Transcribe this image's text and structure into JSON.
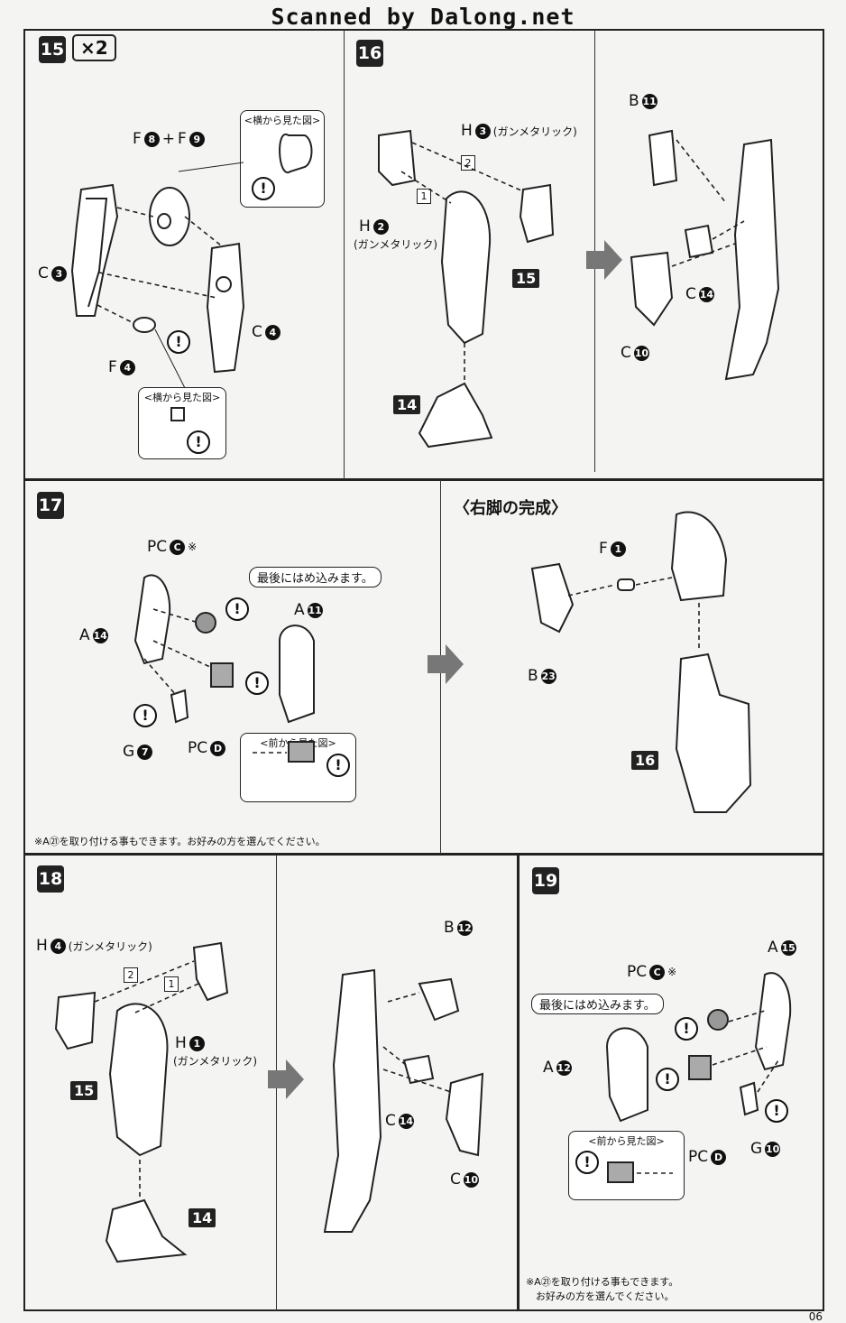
{
  "banner": "Scanned by Dalong.net",
  "page_number": "06",
  "step15": {
    "num": "15",
    "multiplier": "×2",
    "label_f8f9_a": "F",
    "dot_8": "8",
    "plus": "+",
    "label_f9": "F",
    "dot_9": "9",
    "side_view_title": "<横から見た図>",
    "side_view_title_2": "<横から見た図>",
    "label_c3": "C",
    "dot_3": "3",
    "label_c4": "C",
    "dot_4": "4",
    "label_f4": "F",
    "dot_f4": "4"
  },
  "step16": {
    "num": "16",
    "label_h3": "H",
    "dot_h3": "3",
    "h3_note": "(ガンメタリック)",
    "label_h2": "H",
    "dot_h2": "2",
    "h2_note": "(ガンメタリック)",
    "order_1": "1",
    "order_2": "2",
    "tag_15": "15",
    "tag_14": "14",
    "label_b11": "B",
    "dot_b11": "11",
    "label_c14": "C",
    "dot_c14": "14",
    "label_c10": "C",
    "dot_c10": "10"
  },
  "step17": {
    "num": "17",
    "label_pcc": "PC",
    "dot_pcc": "C",
    "pcc_mark": "※",
    "callout": "最後にはめ込みます。",
    "label_a11": "A",
    "dot_a11": "11",
    "label_a14": "A",
    "dot_a14": "14",
    "label_g7": "G",
    "dot_g7": "7",
    "label_pcd": "PC",
    "dot_pcd": "D",
    "front_view_title": "<前から見た図>",
    "note": "※A㉑を取り付ける事もできます。お好みの方を選んでください。"
  },
  "complete": {
    "title": "〈右脚の完成〉",
    "label_f1": "F",
    "dot_f1": "1",
    "label_b23": "B",
    "dot_b23": "23",
    "tag_16": "16"
  },
  "step18": {
    "num": "18",
    "label_h4": "H",
    "dot_h4": "4",
    "h4_note": "(ガンメタリック)",
    "order_1": "1",
    "order_2": "2",
    "label_h1": "H",
    "dot_h1": "1",
    "h1_note": "(ガンメタリック)",
    "tag_15": "15",
    "tag_14": "14",
    "label_b12": "B",
    "dot_b12": "12",
    "label_c14": "C",
    "dot_c14": "14",
    "label_c10": "C",
    "dot_c10": "10"
  },
  "step19": {
    "num": "19",
    "label_pcc": "PC",
    "dot_pcc": "C",
    "pcc_mark": "※",
    "callout": "最後にはめ込みます。",
    "label_a15": "A",
    "dot_a15": "15",
    "label_a12": "A",
    "dot_a12": "12",
    "label_pcd": "PC",
    "dot_pcd": "D",
    "label_g10": "G",
    "dot_g10": "10",
    "front_view_title": "<前から見た図>",
    "note_1": "※A㉑を取り付ける事もできます。",
    "note_2": "お好みの方を選んでください。"
  },
  "icons": {
    "warning": "warning-icon",
    "arrow": "arrow-right-icon"
  }
}
